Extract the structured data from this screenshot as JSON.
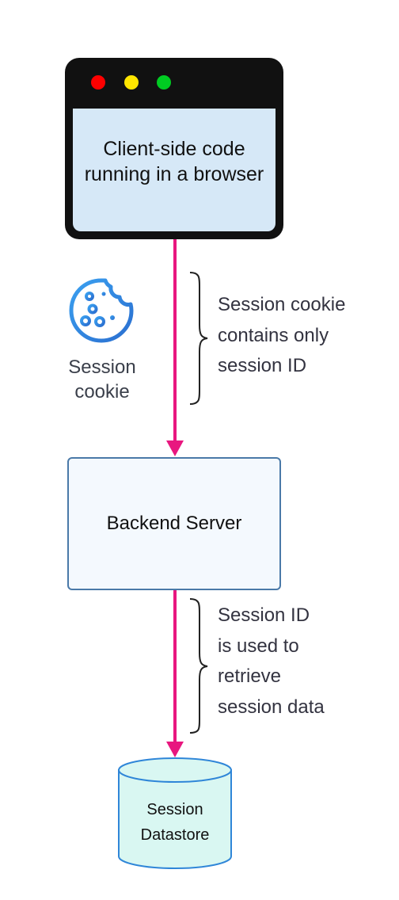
{
  "browser": {
    "label": "Client-side code running in a browser",
    "dots": [
      "#ff0000",
      "#ffe600",
      "#00cc22"
    ]
  },
  "cookie": {
    "label_line1": "Session",
    "label_line2": "cookie",
    "icon": "cookie-icon"
  },
  "annotation_top": {
    "line1": "Session cookie",
    "line2": "contains only",
    "line3": "session ID"
  },
  "backend": {
    "label": "Backend Server"
  },
  "annotation_bottom": {
    "line1": "Session ID",
    "line2": "is used to",
    "line3": "retrieve",
    "line4": "session data"
  },
  "datastore": {
    "label_line1": "Session",
    "label_line2": "Datastore"
  },
  "colors": {
    "arrow": "#e8177f",
    "backend_border": "#4a79a8",
    "datastore_fill": "#d9f7f2",
    "cookie_icon": "#2f86d8"
  }
}
